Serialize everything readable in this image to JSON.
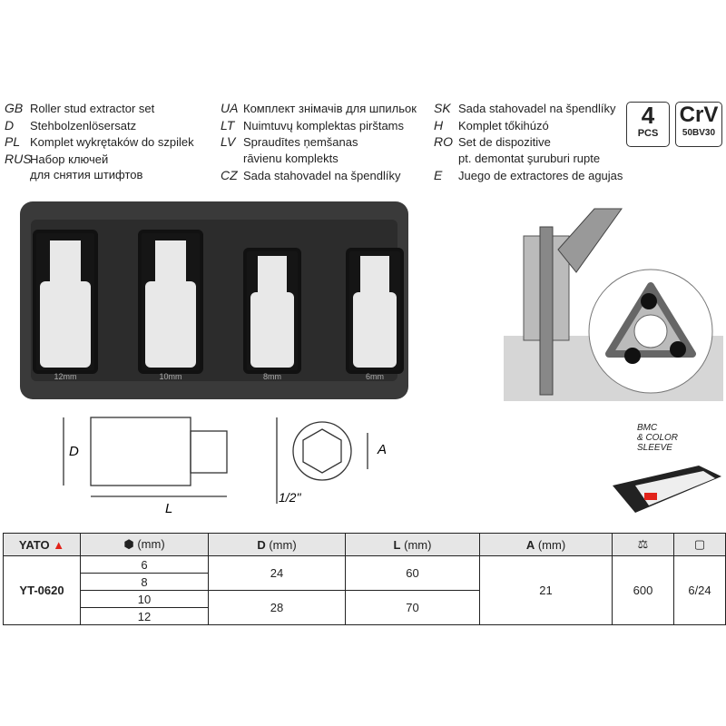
{
  "names": [
    {
      "code": "GB",
      "text": "Roller stud extractor set"
    },
    {
      "code": "D",
      "text": "Stehbolzenlösersatz"
    },
    {
      "code": "PL",
      "text": "Komplet wykrętaków do szpilek"
    },
    {
      "code": "RUS",
      "text": "Набор ключей"
    },
    {
      "code": "",
      "text": "для снятия штифтов"
    },
    {
      "code": "UA",
      "text": "Комплект знімачів для шпильок"
    },
    {
      "code": "LT",
      "text": "Nuimtuvų komplektas pirštams"
    },
    {
      "code": "LV",
      "text": "Spraudītes ņemšanas"
    },
    {
      "code": "",
      "text": "rāvienu komplekts"
    },
    {
      "code": "CZ",
      "text": "Sada stahovadel na špendlíky"
    },
    {
      "code": "SK",
      "text": "Sada stahovadel na špendlíky"
    },
    {
      "code": "H",
      "text": "Komplet tőkihúzó"
    },
    {
      "code": "RO",
      "text": "Set de dispozitive"
    },
    {
      "code": "",
      "text": "pt. demontat şuruburi rupte"
    },
    {
      "code": "E",
      "text": "Juego de extractores de agujas"
    }
  ],
  "badges": {
    "pcs_num": "4",
    "pcs_label": "PCS",
    "mat": "CrV",
    "mat_sub": "50BV30"
  },
  "tray_labels": [
    "12mm",
    "10mm",
    "8mm",
    "6mm"
  ],
  "dims": {
    "D": "D",
    "L": "L",
    "A": "A",
    "drive": "1/2\""
  },
  "packaging": {
    "line1": "BMC",
    "line2": "& COLOR",
    "line3": "SLEEVE"
  },
  "table": {
    "brand": "YATO",
    "h_size": "(mm)",
    "h_D": "D",
    "h_L": "L",
    "h_A": "A",
    "unit": "(mm)",
    "code": "YT-0620",
    "sizes": [
      "6",
      "8",
      "10",
      "12"
    ],
    "D": [
      "24",
      "28"
    ],
    "L": [
      "60",
      "70"
    ],
    "A": "21",
    "weight": "600",
    "pack": "6/24"
  },
  "colors": {
    "accent": "#e2231a",
    "tray": "#3a3a3a"
  }
}
